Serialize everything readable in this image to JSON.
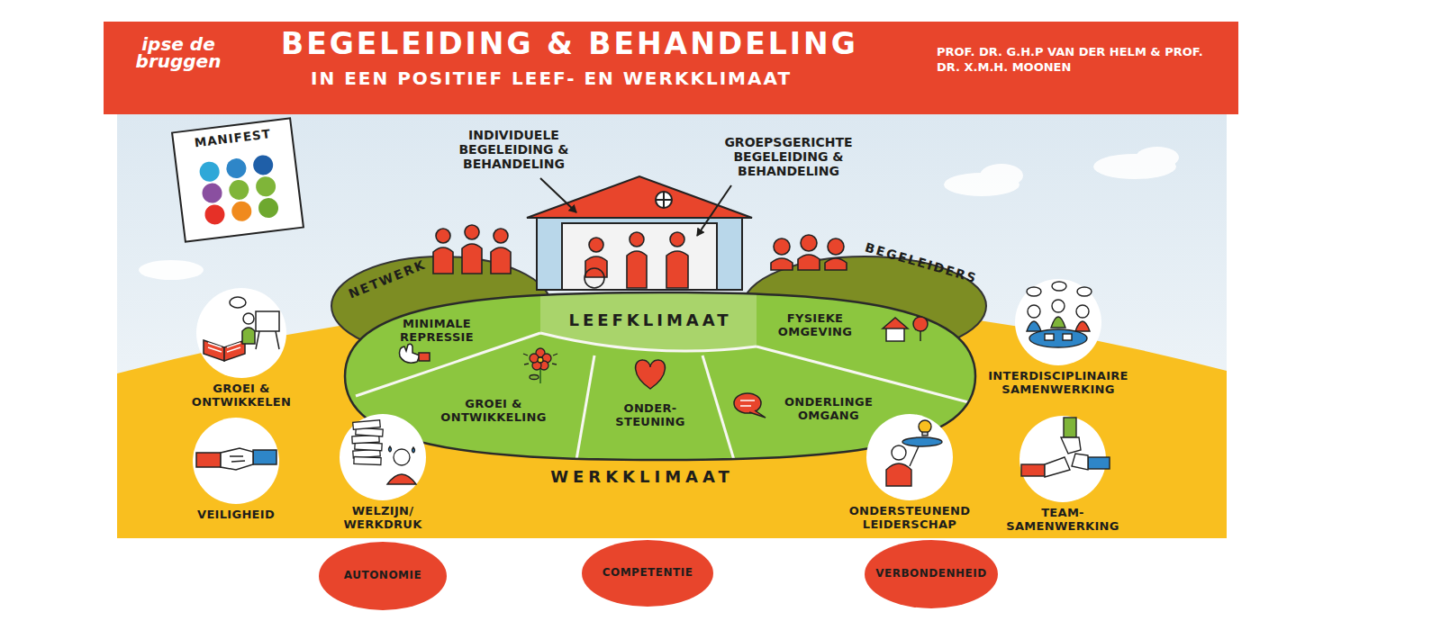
{
  "diagram": {
    "title": "BEGELEIDING & BEHANDELING",
    "nodes": [
      {
        "text": [
          "MANIFEST"
        ]
      },
      {
        "text": [
          "WERKKLIMAAT"
        ]
      },
      {
        "text": [
          "LEEFKLIMAAT"
        ],
        "in": 1
      },
      {
        "text": [
          "MINIMALE REPRESSIE"
        ],
        "in": 2
      },
      {
        "text": [
          "GROEI & ONTWIKKELING"
        ],
        "in": 2
      },
      {
        "text": [
          "ONDER- STEUNING"
        ],
        "in": 2
      },
      {
        "text": [
          "ONDERLINGE OMGANG"
        ],
        "in": 2
      },
      {
        "text": [
          "FYSIEKE OMGEVING"
        ],
        "in": 2
      },
      {
        "text": [
          "GROEI & ONTWIKKELEN"
        ],
        "in": 1
      },
      {
        "text": [
          "VEILIGHEID"
        ],
        "in": 1
      },
      {
        "text": [
          "WELZIJN/ WERKDRUK"
        ],
        "in": 1
      },
      {
        "text": [
          "INTERDISCIPLINAIRE SAMENWERKING"
        ],
        "in": 1
      },
      {
        "text": [
          "ONDERSTEUNEND LEIDERSCHAP"
        ],
        "in": 1
      },
      {
        "text": [
          "TEAM- SAMENWERKING"
        ],
        "in": 1
      },
      {
        "text": [
          "AUTONOMIE"
        ]
      },
      {
        "text": [
          "COMPETENTIE"
        ]
      },
      {
        "text": [
          "VERBONDENHEID"
        ]
      }
    ],
    "labels": [
      "ipse de bruggen",
      "IN EEN POSITIEF LEEF- EN WERKKLIMAAT",
      "PROF. DR. G.H.P VAN DER HELM & PROF. DR. X.M.H. MOONEN",
      "INDIVIDUELE BEGELEIDING & BEHANDELING",
      "GROEPSGERICHTE BEGELEIDING & BEHANDELING",
      "NETWERK",
      "BEGELEIDERS"
    ]
  }
}
